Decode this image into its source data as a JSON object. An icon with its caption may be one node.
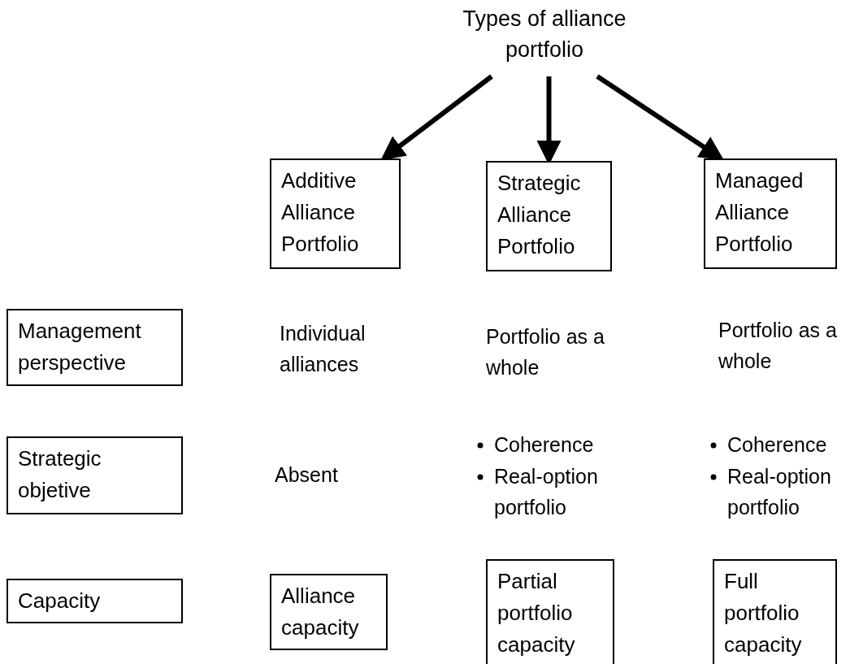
{
  "diagram": {
    "nodes": [
      {
        "text": [
          "Types of alliance portfolio"
        ]
      },
      {
        "text": [
          "Additive Alliance Portfolio"
        ]
      },
      {
        "text": [
          "Strategic Alliance Portfolio"
        ]
      },
      {
        "text": [
          "Managed Alliance Portfolio"
        ]
      },
      {
        "text": [
          "Management perspective"
        ]
      },
      {
        "text": [
          "Strategic objetive"
        ]
      },
      {
        "text": [
          "Capacity"
        ]
      },
      {
        "text": [
          "Alliance capacity"
        ]
      },
      {
        "text": [
          "Partial portfolio capacity"
        ]
      },
      {
        "text": [
          "Full portfolio capacity"
        ]
      }
    ],
    "edges": [
      {
        "from": 0,
        "to": 1,
        "arrow": "to"
      },
      {
        "from": 0,
        "to": 2,
        "arrow": "to"
      },
      {
        "from": 0,
        "to": 3,
        "arrow": "to"
      }
    ],
    "labels": [
      "Individual alliances",
      "Portfolio as a whole",
      "Portfolio as a whole",
      "Absent",
      "Coherence",
      "Real-option portfolio",
      "Coherence",
      "Real-option portfolio"
    ]
  }
}
